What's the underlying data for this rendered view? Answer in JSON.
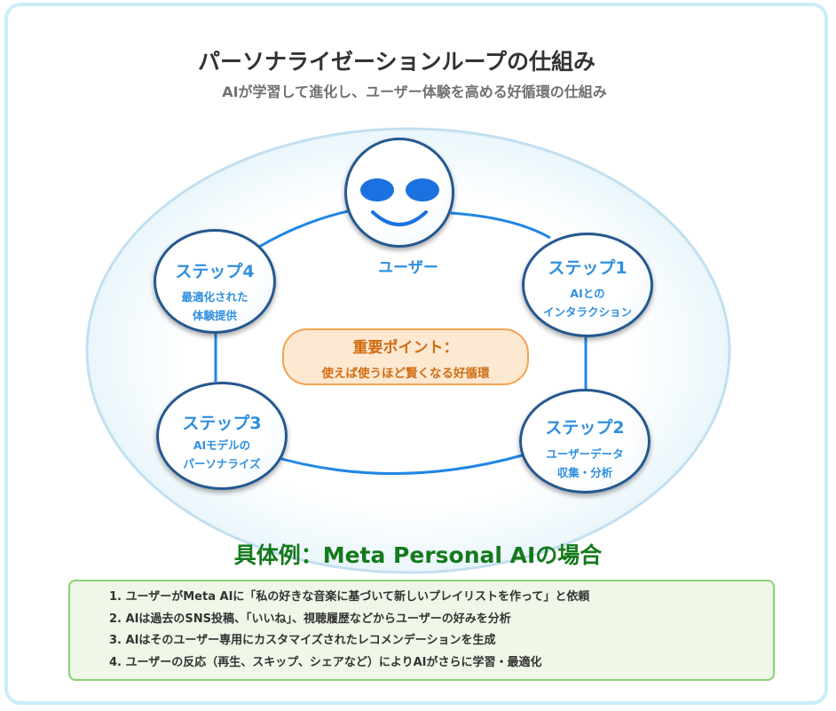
{
  "header": {
    "title": "パーソナライゼーションループの仕組み",
    "subtitle": "AIが学習して進化し、ユーザー体験を高める好循環の仕組み"
  },
  "center": {
    "user_label": "ユーザー",
    "face_icon": "smiling-face-icon"
  },
  "steps": [
    {
      "title": "ステップ1",
      "desc": [
        "AIとの",
        "インタラクション"
      ]
    },
    {
      "title": "ステップ2",
      "desc": [
        "ユーザーデータ",
        "収集・分析"
      ]
    },
    {
      "title": "ステップ3",
      "desc": [
        "AIモデルの",
        "パーソナライズ"
      ]
    },
    {
      "title": "ステップ4",
      "desc": [
        "最適化された",
        "体験提供"
      ]
    }
  ],
  "key_point": {
    "title": "重要ポイント：",
    "body": "使えば使うほど賢くなる好循環"
  },
  "example": {
    "heading": "具体例：Meta Personal AIの場合",
    "items": [
      "1. ユーザーがMeta AIに「私の好きな音楽に基づいて新しいプレイリストを作って」と依頼",
      "2. AIは過去のSNS投稿、「いいね」、視聴履歴などからユーザーの好みを分析",
      "3. AIはそのユーザー専用にカスタマイズされたレコメンデーションを生成",
      "4. ユーザーの反応（再生、スキップ、シェアなど）によりAIがさらに学習・最適化"
    ]
  },
  "colors": {
    "accent_blue": "#2f8fde",
    "eye_blue": "#1a72e0",
    "point_orange": "#d06d12",
    "example_green": "#147a1c"
  }
}
